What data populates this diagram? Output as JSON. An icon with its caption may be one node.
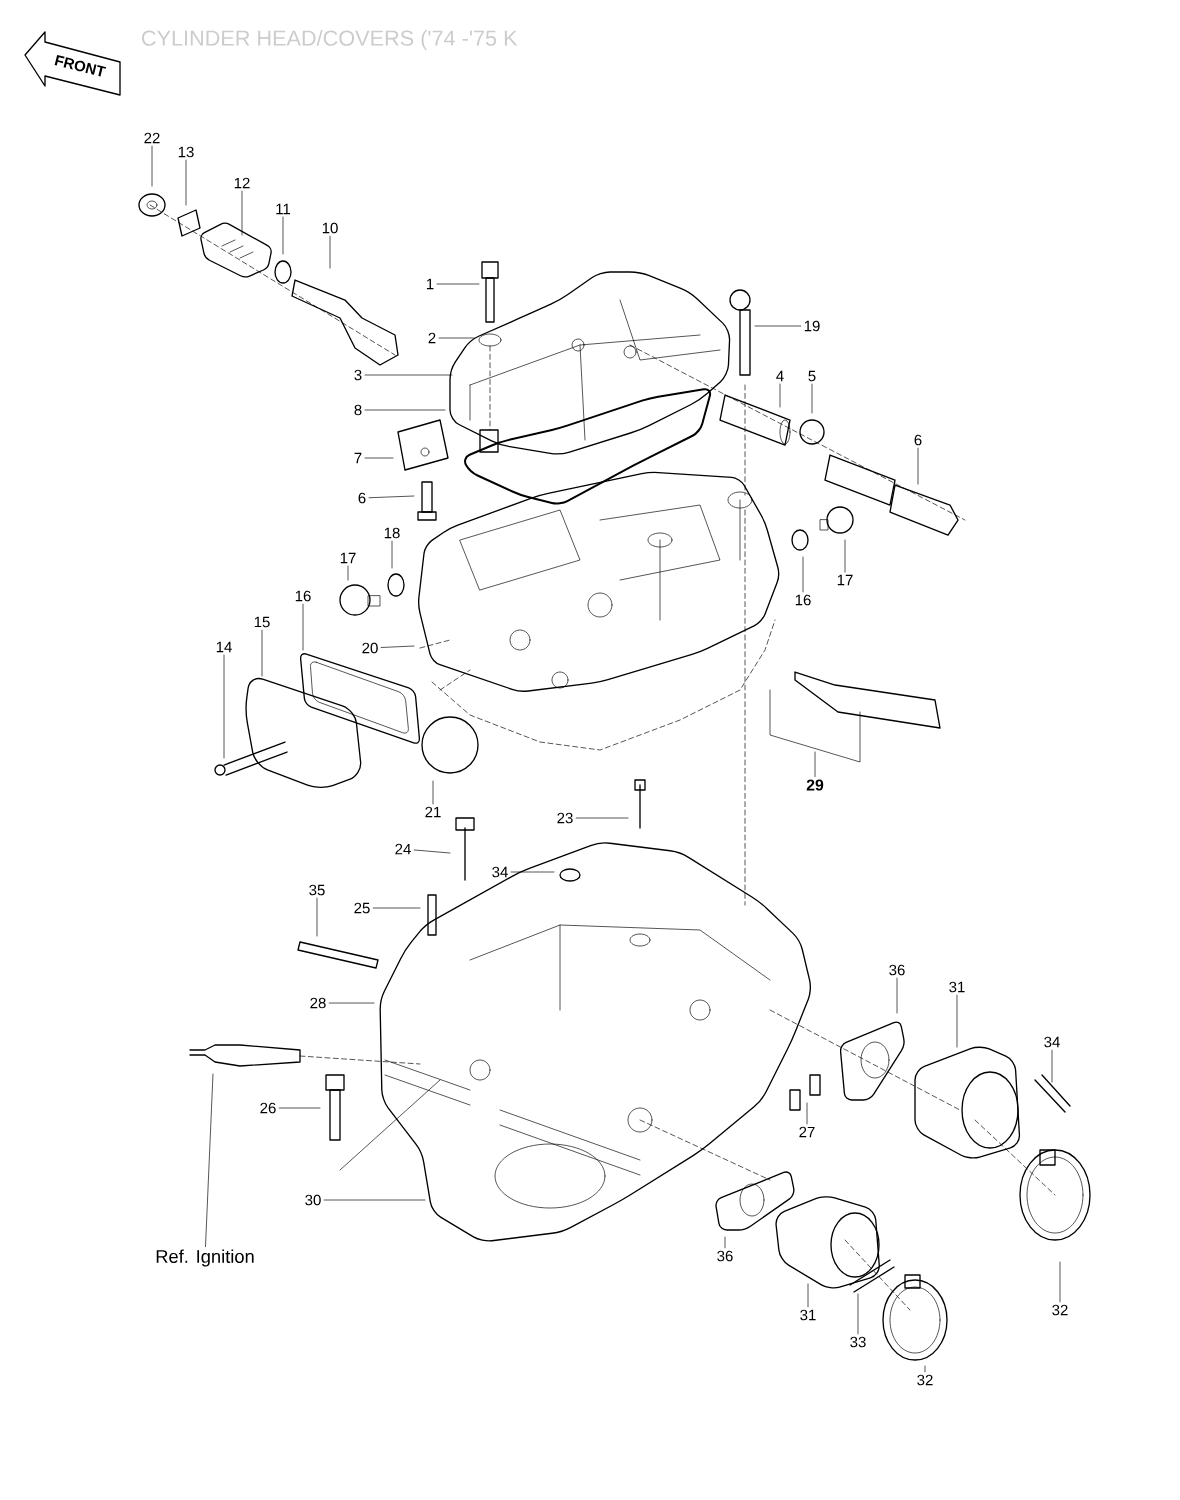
{
  "diagram": {
    "title": "CYLINDER HEAD/COVERS ('74 -'75 K",
    "nodes": [
      {
        "text": [
          "22"
        ]
      },
      {
        "text": [
          "13"
        ]
      },
      {
        "text": [
          "12"
        ]
      },
      {
        "text": [
          "11"
        ]
      },
      {
        "text": [
          "10"
        ]
      },
      {
        "text": [
          "1"
        ]
      },
      {
        "text": [
          "2"
        ]
      },
      {
        "text": [
          "19"
        ]
      },
      {
        "text": [
          "3"
        ]
      },
      {
        "text": [
          "4"
        ]
      },
      {
        "text": [
          "5"
        ]
      },
      {
        "text": [
          "8"
        ]
      },
      {
        "text": [
          "6"
        ]
      },
      {
        "text": [
          "7"
        ]
      },
      {
        "text": [
          "6"
        ]
      },
      {
        "text": [
          "18"
        ]
      },
      {
        "text": [
          "17"
        ]
      },
      {
        "text": [
          "17"
        ]
      },
      {
        "text": [
          "16"
        ]
      },
      {
        "text": [
          "16"
        ]
      },
      {
        "text": [
          "15"
        ]
      },
      {
        "text": [
          "14"
        ]
      },
      {
        "text": [
          "20"
        ]
      },
      {
        "text": [
          "29"
        ]
      },
      {
        "text": [
          "21"
        ]
      },
      {
        "text": [
          "23"
        ]
      },
      {
        "text": [
          "24"
        ]
      },
      {
        "text": [
          "34"
        ]
      },
      {
        "text": [
          "35"
        ]
      },
      {
        "text": [
          "25"
        ]
      },
      {
        "text": [
          "28"
        ]
      },
      {
        "text": [
          "36"
        ]
      },
      {
        "text": [
          "31"
        ]
      },
      {
        "text": [
          "34"
        ]
      },
      {
        "text": [
          "26"
        ]
      },
      {
        "text": [
          "27"
        ]
      },
      {
        "text": [
          "30"
        ]
      },
      {
        "text": [
          "36"
        ]
      },
      {
        "text": [
          "Ref. Ignition"
        ]
      },
      {
        "text": [
          "31"
        ]
      },
      {
        "text": [
          "33"
        ]
      },
      {
        "text": [
          "32"
        ]
      },
      {
        "text": [
          "32"
        ]
      }
    ],
    "edges": [
      {
        "from": 0,
        "to": null,
        "arrow": "none"
      },
      {
        "from": 1,
        "to": null,
        "arrow": "none"
      },
      {
        "from": 2,
        "to": null,
        "arrow": "none"
      },
      {
        "from": 3,
        "to": null,
        "arrow": "none"
      },
      {
        "from": 4,
        "to": null,
        "arrow": "none"
      },
      {
        "from": 5,
        "to": null,
        "arrow": "none"
      },
      {
        "from": 6,
        "to": null,
        "arrow": "none"
      },
      {
        "from": 7,
        "to": null,
        "arrow": "none"
      },
      {
        "from": 8,
        "to": null,
        "arrow": "none"
      },
      {
        "from": 9,
        "to": null,
        "arrow": "none"
      },
      {
        "from": 10,
        "to": null,
        "arrow": "none"
      },
      {
        "from": 11,
        "to": null,
        "arrow": "none"
      },
      {
        "from": 12,
        "to": null,
        "arrow": "none"
      },
      {
        "from": 13,
        "to": null,
        "arrow": "none"
      },
      {
        "from": 14,
        "to": null,
        "arrow": "none"
      },
      {
        "from": 15,
        "to": null,
        "arrow": "none"
      },
      {
        "from": 16,
        "to": null,
        "arrow": "none"
      },
      {
        "from": 17,
        "to": null,
        "arrow": "none"
      },
      {
        "from": 18,
        "to": null,
        "arrow": "none"
      },
      {
        "from": 19,
        "to": null,
        "arrow": "none"
      },
      {
        "from": 20,
        "to": null,
        "arrow": "none"
      },
      {
        "from": 21,
        "to": null,
        "arrow": "none"
      },
      {
        "from": 22,
        "to": null,
        "arrow": "none"
      },
      {
        "from": 23,
        "to": null,
        "arrow": "none"
      },
      {
        "from": 24,
        "to": null,
        "arrow": "none"
      },
      {
        "from": 25,
        "to": null,
        "arrow": "none"
      },
      {
        "from": 26,
        "to": null,
        "arrow": "none"
      },
      {
        "from": 27,
        "to": null,
        "arrow": "none"
      },
      {
        "from": 28,
        "to": null,
        "arrow": "none"
      },
      {
        "from": 29,
        "to": null,
        "arrow": "none"
      },
      {
        "from": 30,
        "to": null,
        "arrow": "none"
      },
      {
        "from": 31,
        "to": null,
        "arrow": "none"
      },
      {
        "from": 32,
        "to": null,
        "arrow": "none"
      },
      {
        "from": 33,
        "to": null,
        "arrow": "none"
      },
      {
        "from": 34,
        "to": null,
        "arrow": "none"
      },
      {
        "from": 35,
        "to": null,
        "arrow": "none"
      },
      {
        "from": 36,
        "to": null,
        "arrow": "none"
      },
      {
        "from": 37,
        "to": null,
        "arrow": "none"
      },
      {
        "from": 38,
        "to": null,
        "arrow": "none"
      },
      {
        "from": 39,
        "to": null,
        "arrow": "none"
      },
      {
        "from": 40,
        "to": null,
        "arrow": "none"
      },
      {
        "from": 41,
        "to": null,
        "arrow": "none"
      },
      {
        "from": 42,
        "to": null,
        "arrow": "none"
      }
    ],
    "labels": [
      "FRONT"
    ]
  }
}
